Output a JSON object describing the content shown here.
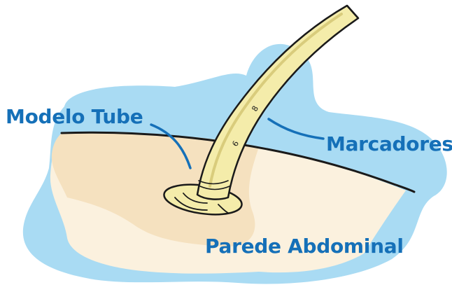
{
  "labels": {
    "tube": "Modelo Tube",
    "markers": "Marcadores",
    "wall": "Parede Abdominal"
  },
  "colors": {
    "label_blue": "#1570b8",
    "background_blob": "#a9dbf3",
    "skin_light": "#fbf1de",
    "skin_shade": "#f5e1bf",
    "tube_fill": "#f4ecaa",
    "tube_shadow": "#d9cc7c",
    "outline": "#1a1a1a"
  }
}
